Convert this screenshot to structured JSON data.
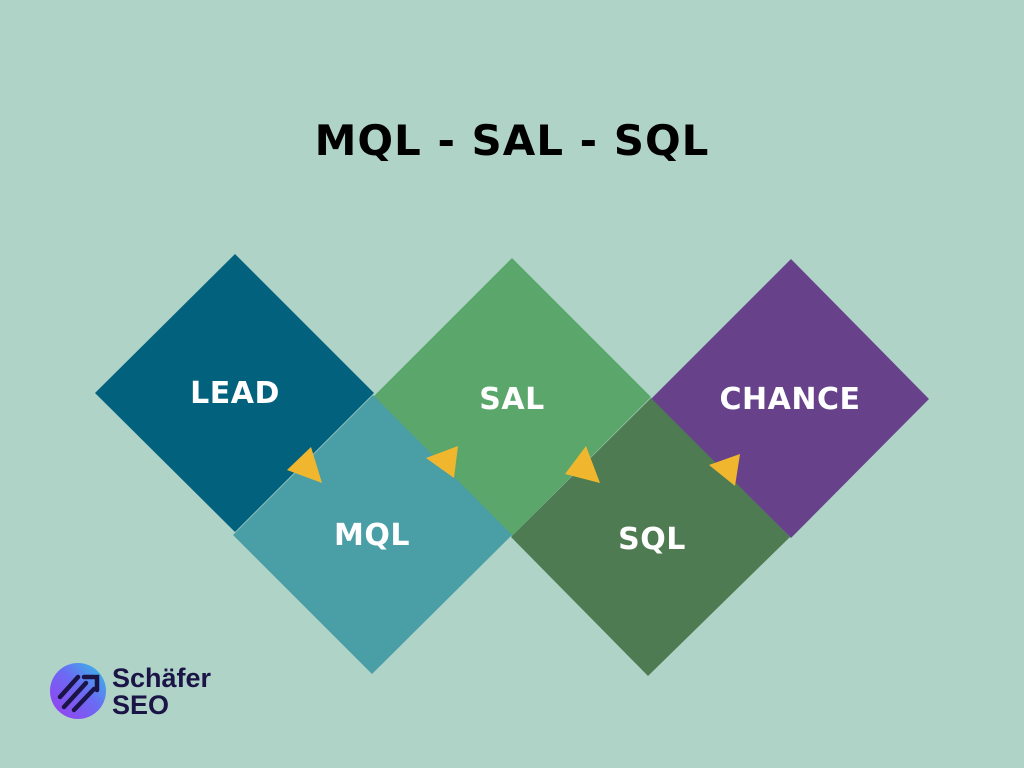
{
  "title": "MQL - SAL - SQL",
  "stages": {
    "lead": {
      "label": "LEAD",
      "color": "#02627e"
    },
    "mql": {
      "label": "MQL",
      "color": "#4a9fa6"
    },
    "sal": {
      "label": "SAL",
      "color": "#5aa66b"
    },
    "sql": {
      "label": "SQL",
      "color": "#4e7b51"
    },
    "chance": {
      "label": "CHANCE",
      "color": "#67428b"
    }
  },
  "arrow_color": "#f0b62e",
  "logo": {
    "line1": "Schäfer",
    "line2": "SEO",
    "icon": "rising-arrow-stripes-icon"
  }
}
